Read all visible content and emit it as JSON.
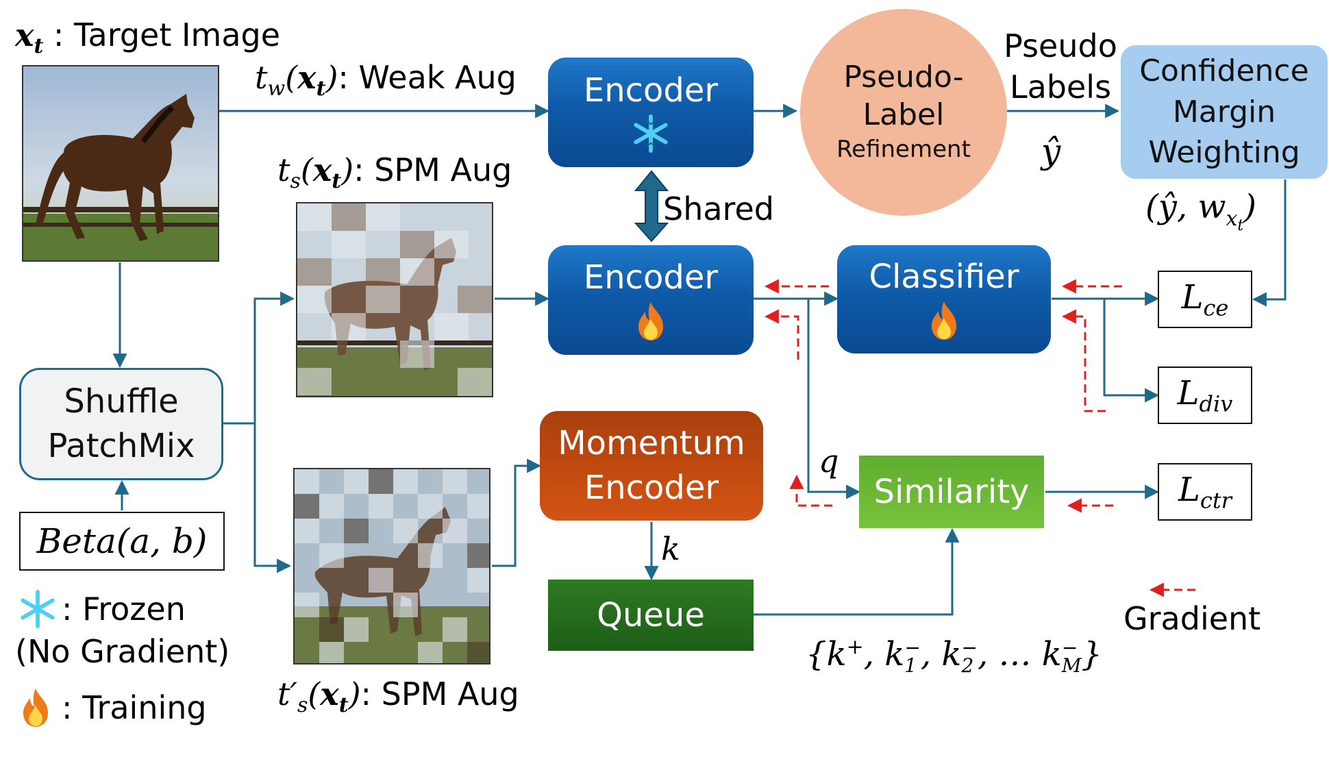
{
  "target_image_label": {
    "var": "x",
    "sub": "t",
    "text": " : Target Image"
  },
  "weak_aug_label": {
    "fn": "t",
    "fn_sub": "w",
    "arg": "x",
    "arg_sub": "t",
    "text": ": Weak Aug"
  },
  "spm_aug_label_1": {
    "fn": "t",
    "fn_sub": "s",
    "arg": "x",
    "arg_sub": "t",
    "text": ": SPM Aug"
  },
  "spm_aug_label_2": {
    "fn": "t′",
    "fn_sub": "s",
    "arg": "x",
    "arg_sub": "t",
    "text": ": SPM Aug"
  },
  "encoder_frozen": {
    "label": "Encoder",
    "icon": "snowflake-icon"
  },
  "encoder_train": {
    "label": "Encoder",
    "icon": "fire-icon"
  },
  "shared_label": "Shared",
  "pseudo_label_refinement": {
    "line1": "Pseudo-",
    "line2": "Label",
    "line3": "Refinement"
  },
  "pseudo_labels_text": {
    "line1": "Pseudo",
    "line2": "Labels"
  },
  "y_hat": "ŷ",
  "confidence_box": {
    "line1": "Confidence",
    "line2": "Margin",
    "line3": "Weighting"
  },
  "yhat_w_label": {
    "open": "(",
    "yhat": "ŷ",
    "comma": ", ",
    "w": "w",
    "w_sub": "x",
    "w_subsub": "t",
    "close": ")"
  },
  "classifier": {
    "label": "Classifier",
    "icon": "fire-icon"
  },
  "losses": {
    "ce": {
      "L": "L",
      "sub": "ce"
    },
    "div": {
      "L": "L",
      "sub": "div"
    },
    "ctr": {
      "L": "L",
      "sub": "ctr"
    }
  },
  "shuffle_patchmix": {
    "line1": "Shuffle",
    "line2": "PatchMix"
  },
  "beta_label": "Beta(a, b)",
  "momentum_encoder": {
    "line1": "Momentum",
    "line2": "Encoder"
  },
  "q_label": "q",
  "k_label": "k",
  "queue_label": "Queue",
  "similarity_label": "Similarity",
  "keys_set": {
    "open": "{",
    "k": "k",
    "plus": "+",
    "sep": ", ",
    "minus": "−",
    "s1": "1",
    "s2": "2",
    "dots": ", … ",
    "sM": "M",
    "close": "}"
  },
  "legend": {
    "frozen": ": Frozen",
    "no_gradient": "(No Gradient)",
    "training": ": Training",
    "gradient": "Gradient"
  },
  "colors": {
    "wire": "#1f6a8c",
    "gradient": "#e02020",
    "encoder": "#0f5aa8",
    "momentum": "#c24a10",
    "queue": "#1d5e17",
    "similarity": "#6cb834",
    "confidence": "#a6cdf0",
    "pseudo_label": "#f3b899",
    "shuffle_border": "#1f6a8c"
  }
}
